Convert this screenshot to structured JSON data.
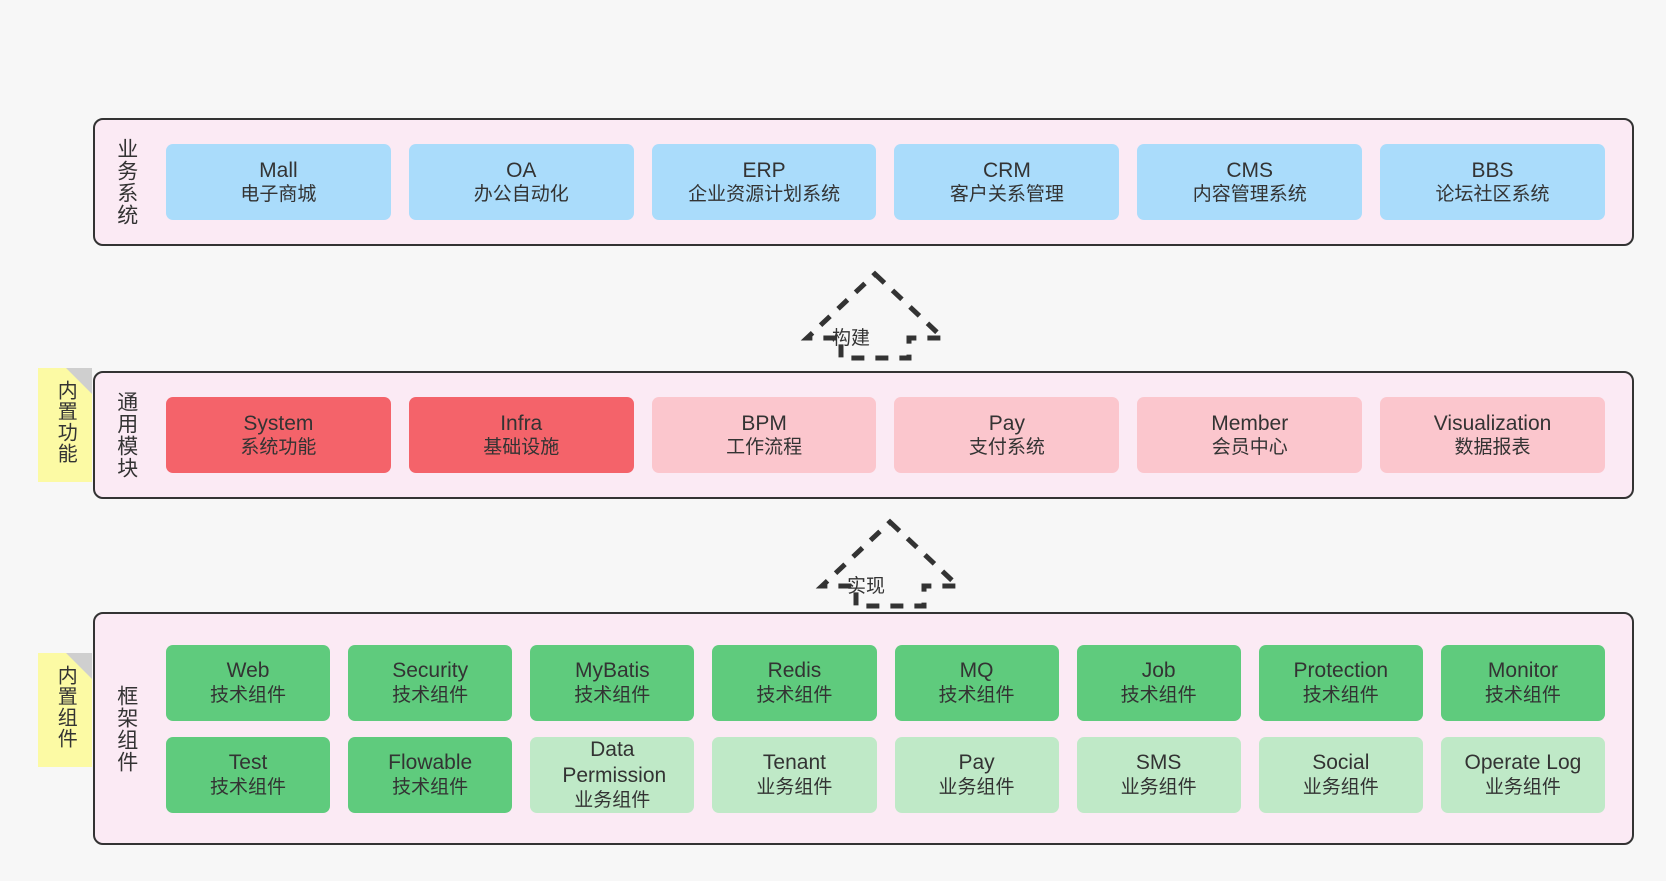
{
  "diagram": {
    "background": "#f7f7f7",
    "layer_fill": "#fbeaf4",
    "border_color": "#333333",
    "sticky_fill": "#fcfaa4"
  },
  "layers": [
    {
      "id": "business-systems",
      "title": "业务系统",
      "sticky": null,
      "rows": [
        {
          "nodes": [
            {
              "name": "Mall",
              "sub": "电子商城",
              "color": "#aadcfb",
              "style": "blue"
            },
            {
              "name": "OA",
              "sub": "办公自动化",
              "color": "#aadcfb",
              "style": "blue"
            },
            {
              "name": "ERP",
              "sub": "企业资源计划系统",
              "color": "#aadcfb",
              "style": "blue"
            },
            {
              "name": "CRM",
              "sub": "客户关系管理",
              "color": "#aadcfb",
              "style": "blue"
            },
            {
              "name": "CMS",
              "sub": "内容管理系统",
              "color": "#aadcfb",
              "style": "blue"
            },
            {
              "name": "BBS",
              "sub": "论坛社区系统",
              "color": "#aadcfb",
              "style": "blue"
            }
          ]
        }
      ]
    },
    {
      "id": "common-modules",
      "title": "通用模块",
      "sticky": "内置功能",
      "rows": [
        {
          "nodes": [
            {
              "name": "System",
              "sub": "系统功能",
              "color": "#f4636a",
              "style": "red"
            },
            {
              "name": "Infra",
              "sub": "基础设施",
              "color": "#f4636a",
              "style": "red"
            },
            {
              "name": "BPM",
              "sub": "工作流程",
              "color": "#fbc6cd",
              "style": "pink"
            },
            {
              "name": "Pay",
              "sub": "支付系统",
              "color": "#fbc6cd",
              "style": "pink"
            },
            {
              "name": "Member",
              "sub": "会员中心",
              "color": "#fbc6cd",
              "style": "pink"
            },
            {
              "name": "Visualization",
              "sub": "数据报表",
              "color": "#fbc6cd",
              "style": "pink"
            }
          ]
        }
      ]
    },
    {
      "id": "framework-components",
      "title": "框架组件",
      "sticky": "内置组件",
      "rows": [
        {
          "nodes": [
            {
              "name": "Web",
              "sub": "技术组件",
              "color": "#5fcb7d",
              "style": "green"
            },
            {
              "name": "Security",
              "sub": "技术组件",
              "color": "#5fcb7d",
              "style": "green"
            },
            {
              "name": "MyBatis",
              "sub": "技术组件",
              "color": "#5fcb7d",
              "style": "green"
            },
            {
              "name": "Redis",
              "sub": "技术组件",
              "color": "#5fcb7d",
              "style": "green"
            },
            {
              "name": "MQ",
              "sub": "技术组件",
              "color": "#5fcb7d",
              "style": "green"
            },
            {
              "name": "Job",
              "sub": "技术组件",
              "color": "#5fcb7d",
              "style": "green"
            },
            {
              "name": "Protection",
              "sub": "技术组件",
              "color": "#5fcb7d",
              "style": "green"
            },
            {
              "name": "Monitor",
              "sub": "技术组件",
              "color": "#5fcb7d",
              "style": "green"
            }
          ]
        },
        {
          "nodes": [
            {
              "name": "Test",
              "sub": "技术组件",
              "color": "#5fcb7d",
              "style": "green"
            },
            {
              "name": "Flowable",
              "sub": "技术组件",
              "color": "#5fcb7d",
              "style": "green"
            },
            {
              "name": "Data Permission",
              "sub": "业务组件",
              "color": "#bfe9c7",
              "style": "lgreen"
            },
            {
              "name": "Tenant",
              "sub": "业务组件",
              "color": "#bfe9c7",
              "style": "lgreen"
            },
            {
              "name": "Pay",
              "sub": "业务组件",
              "color": "#bfe9c7",
              "style": "lgreen"
            },
            {
              "name": "SMS",
              "sub": "业务组件",
              "color": "#bfe9c7",
              "style": "lgreen"
            },
            {
              "name": "Social",
              "sub": "业务组件",
              "color": "#bfe9c7",
              "style": "lgreen"
            },
            {
              "name": "Operate Log",
              "sub": "业务组件",
              "color": "#bfe9c7",
              "style": "lgreen"
            }
          ]
        }
      ]
    }
  ],
  "connectors": [
    {
      "id": "build",
      "label": "构建"
    },
    {
      "id": "implement",
      "label": "实现"
    }
  ]
}
